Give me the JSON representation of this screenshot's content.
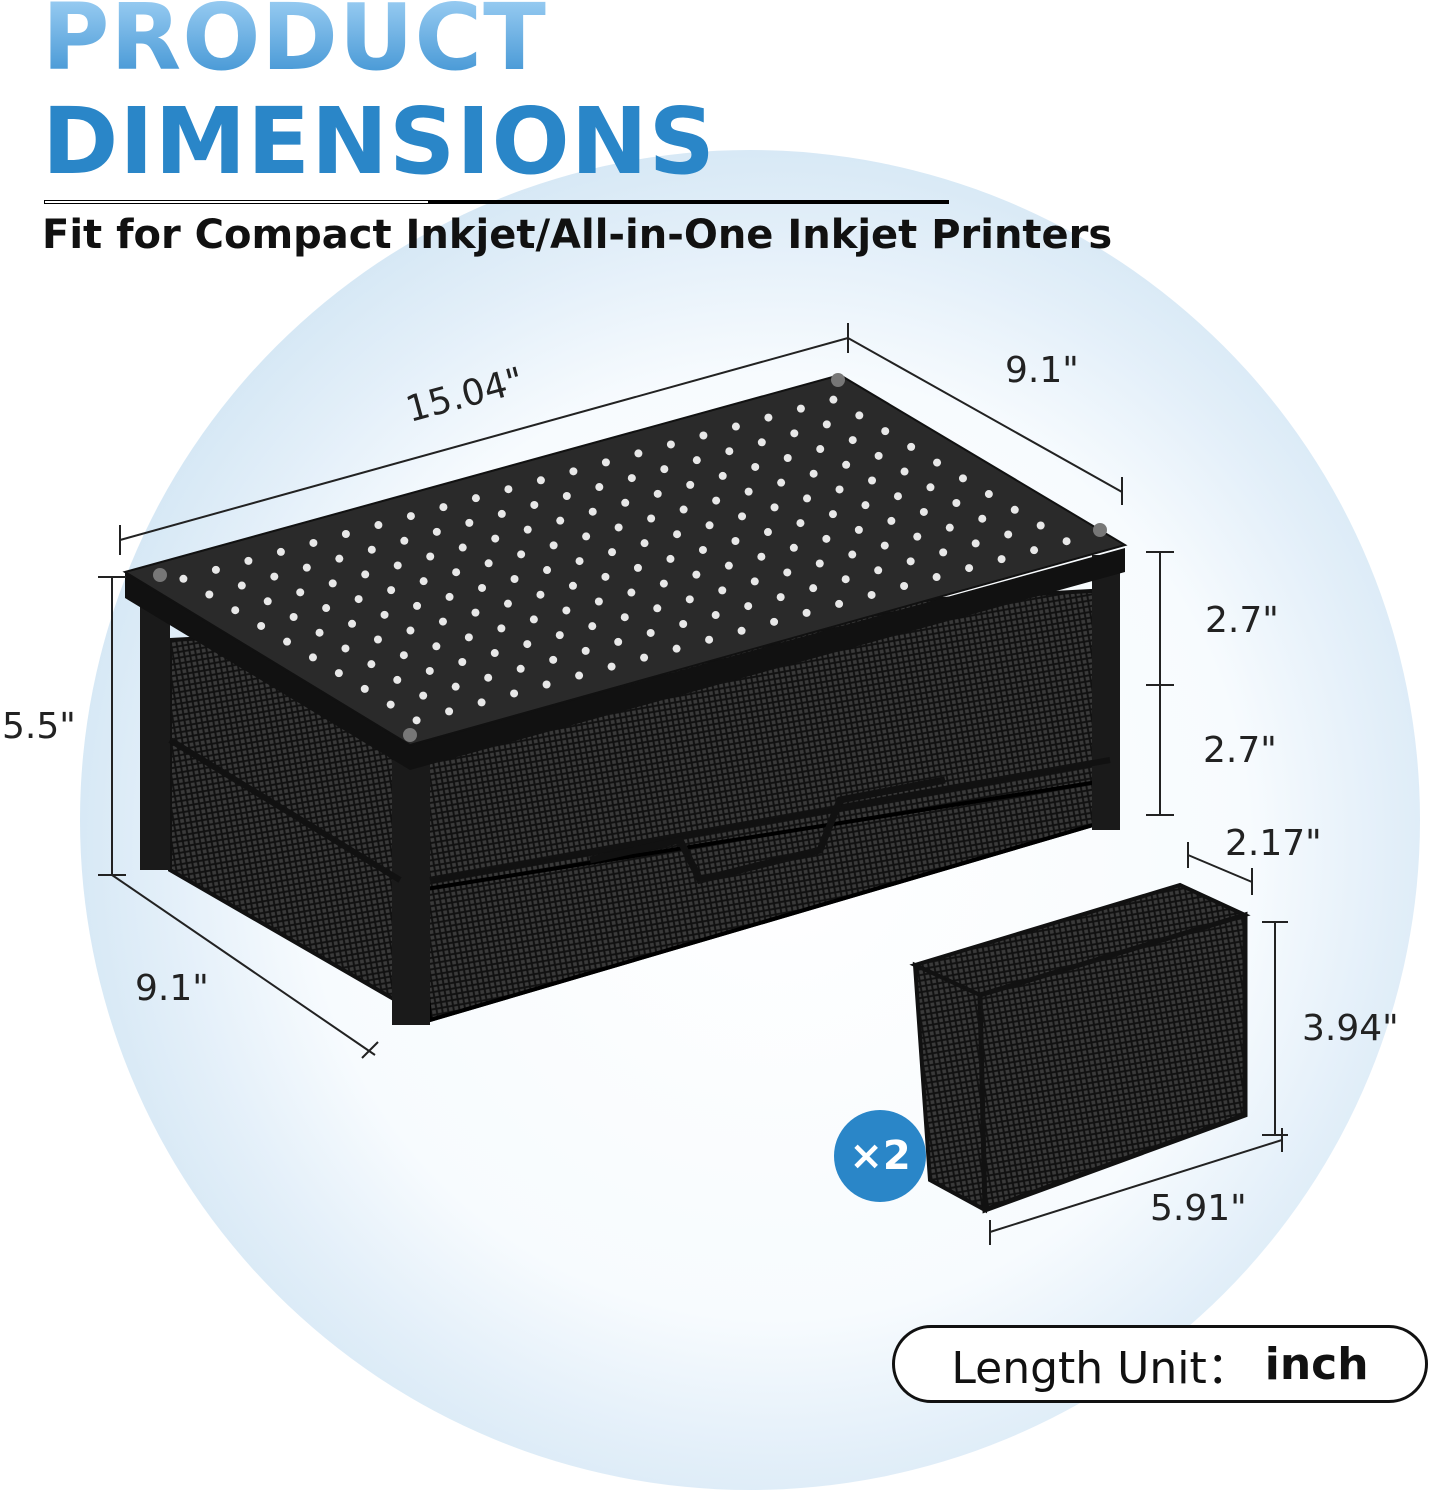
{
  "header": {
    "title_line1": "PRODUCT",
    "title_line2": "DIMENSIONS",
    "subtitle": "Fit for Compact Inkjet/All-in-One Inkjet Printers"
  },
  "dimensions": {
    "stand_length": "15.04\"",
    "stand_depth_top": "9.1\"",
    "stand_height": "5.5\"",
    "upper_tier_height": "2.7\"",
    "lower_tier_height": "2.7\"",
    "stand_depth_bottom": "9.1\"",
    "organizer_width": "2.17\"",
    "organizer_height": "3.94\"",
    "organizer_length": "5.91\""
  },
  "organizer_quantity": "×2",
  "length_unit": {
    "label": "Length Unit：",
    "value": "inch"
  },
  "colors": {
    "accent": "#2a86c8",
    "product": "#1a1a1a"
  }
}
